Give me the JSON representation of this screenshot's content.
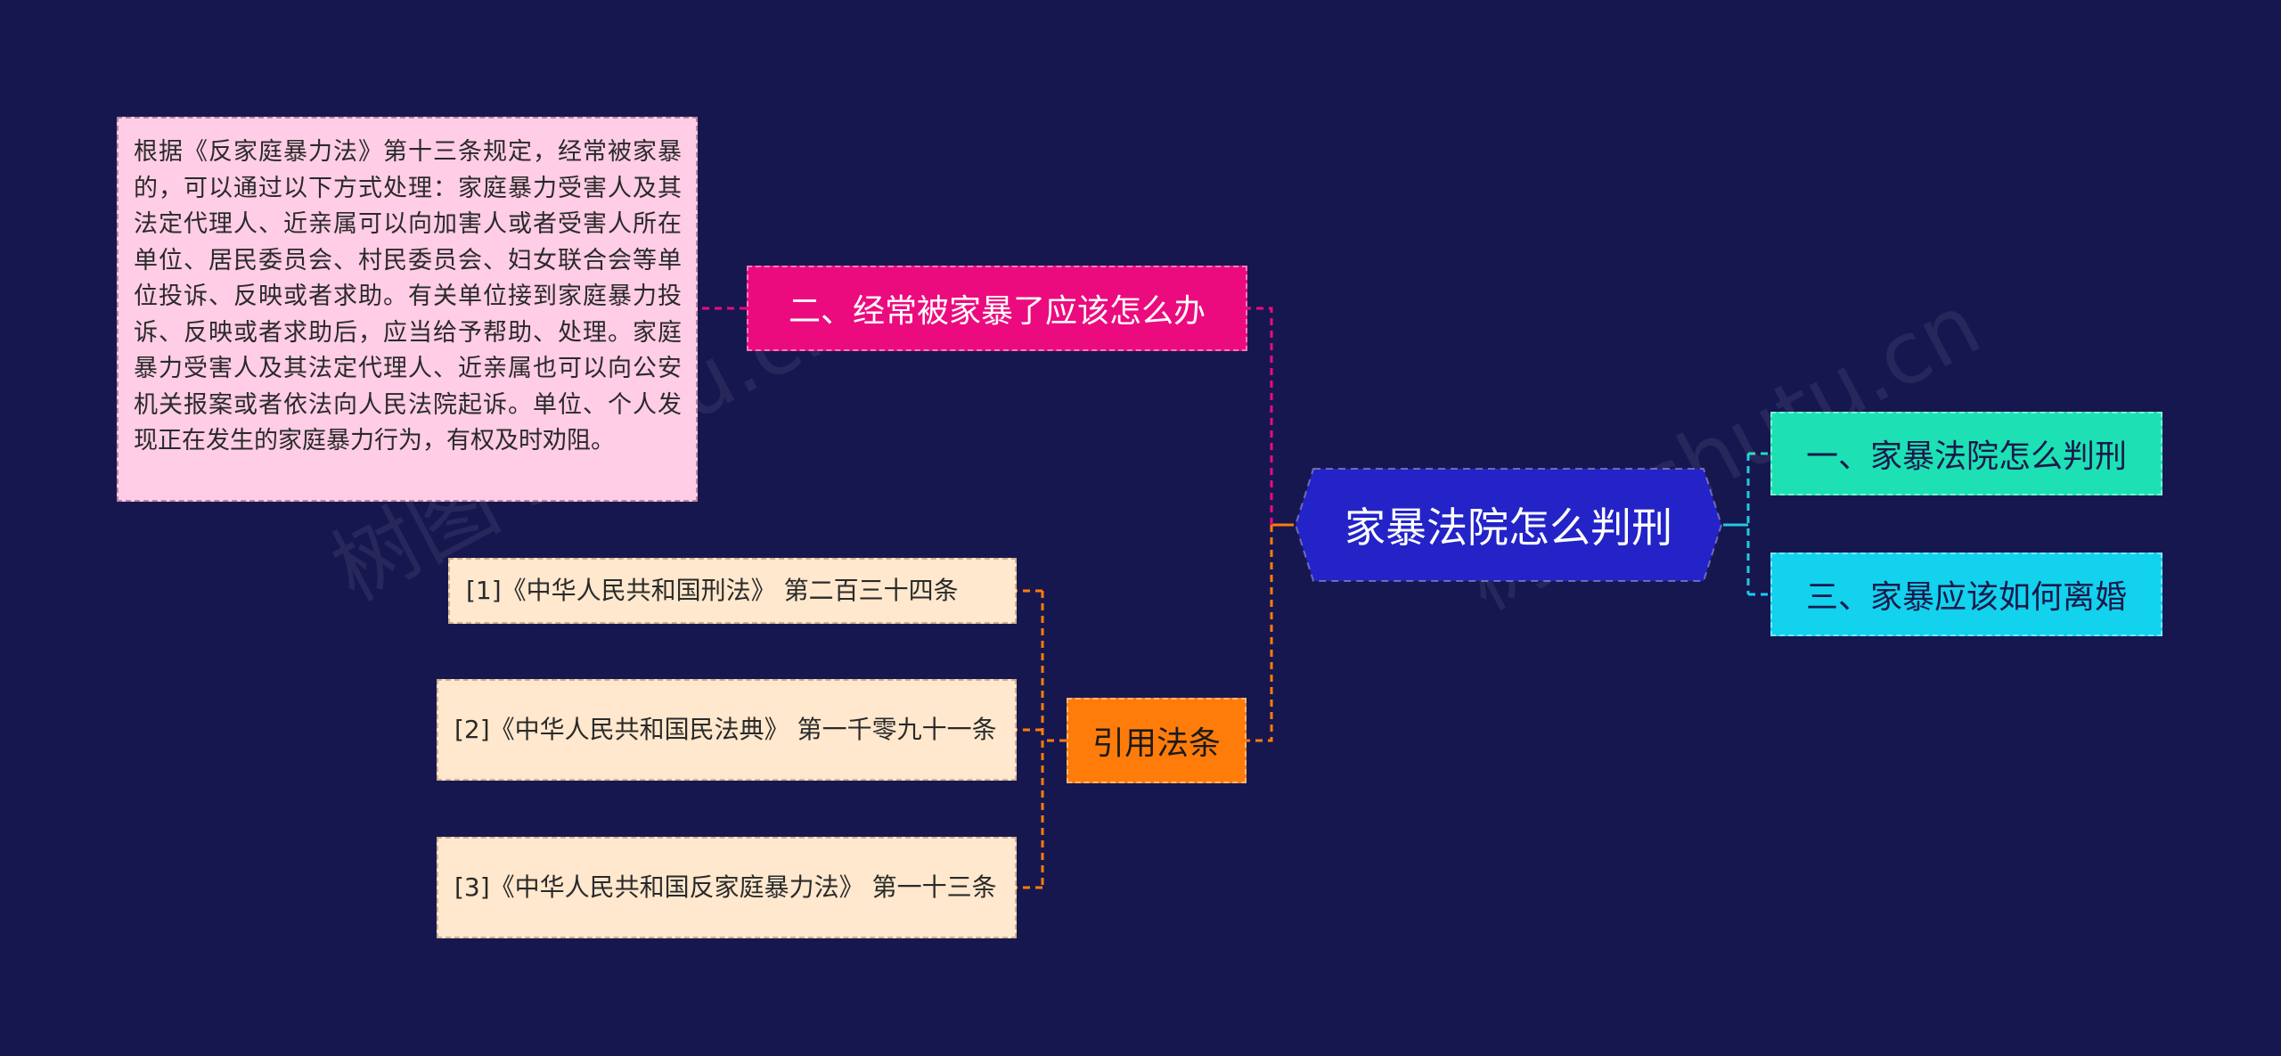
{
  "root": {
    "label": "家暴法院怎么判刑"
  },
  "right": [
    {
      "label": "一、家暴法院怎么判刑",
      "color": "#1de1b4"
    },
    {
      "label": "三、家暴应该如何离婚",
      "color": "#12d2ee"
    }
  ],
  "left": {
    "branch1": {
      "label": "二、经常被家暴了应该怎么办",
      "color": "#ec0b7e",
      "leaf": "根据《反家庭暴力法》第十三条规定，经常被家暴的，可以通过以下方式处理：家庭暴力受害人及其法定代理人、近亲属可以向加害人或者受害人所在单位、居民委员会、村民委员会、妇女联合会等单位投诉、反映或者求助。有关单位接到家庭暴力投诉、反映或者求助后，应当给予帮助、处理。家庭暴力受害人及其法定代理人、近亲属也可以向公安机关报案或者依法向人民法院起诉。单位、个人发现正在发生的家庭暴力行为，有权及时劝阻。"
    },
    "branch2": {
      "label": "引用法条",
      "color": "#ff7c0a",
      "citations": [
        "[1]《中华人民共和国刑法》 第二百三十四条",
        "[2]《中华人民共和国民法典》 第一千零九十一条",
        "[3]《中华人民共和国反家庭暴力法》 第一十三条"
      ]
    }
  },
  "colors": {
    "background": "#17174f",
    "root": "#2323c8",
    "leaf_pink": "#ffcde5",
    "leaf_cream": "#ffe8cd"
  },
  "watermark": "树图 shutu.cn"
}
